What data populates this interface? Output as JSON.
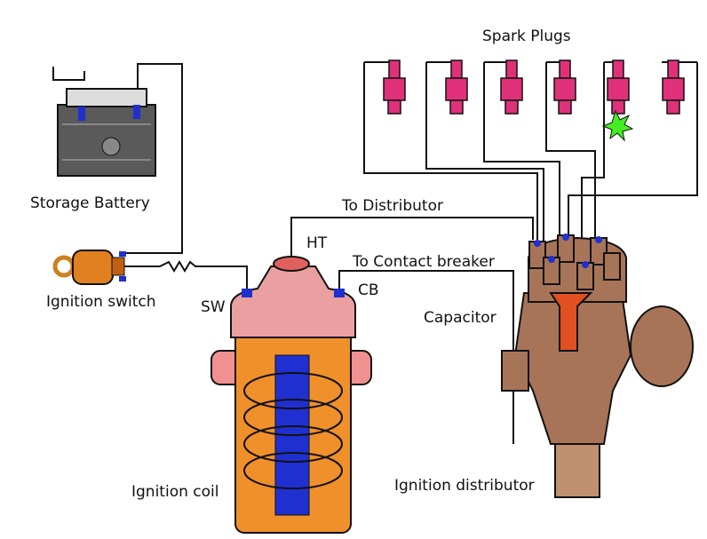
{
  "labels": {
    "spark_plugs": "Spark Plugs",
    "storage_battery": "Storage Battery",
    "to_distributor": "To Distributor",
    "ht": "HT",
    "to_contact_breaker": "To Contact breaker",
    "ignition_switch": "Ignition switch",
    "sw": "SW",
    "cb": "CB",
    "capacitor": "Capacitor",
    "ignition_coil": "Ignition coil",
    "ignition_distributor": "Ignition distributor"
  },
  "colors": {
    "coil_body": "#f0902a",
    "coil_cap": "#eaa0a0",
    "coil_core": "#2030d0",
    "distributor": "#a87458",
    "rotor": "#e05020",
    "spark_plug": "#e0307a",
    "spark": "#44ee22",
    "battery": "#555555",
    "switch": "#e08020",
    "wire": "#111111"
  }
}
